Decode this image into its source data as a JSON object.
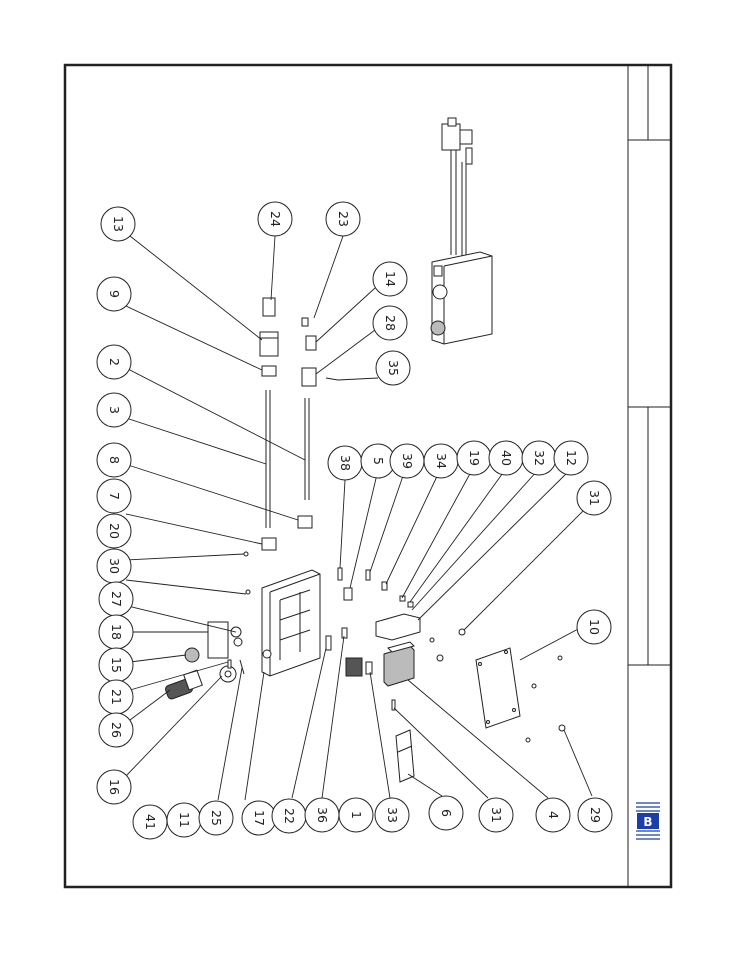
{
  "drawing": {
    "logo_letter": "B",
    "callouts": [
      {
        "id": "c13",
        "label": "13"
      },
      {
        "id": "c24",
        "label": "24"
      },
      {
        "id": "c23",
        "label": "23"
      },
      {
        "id": "c9",
        "label": "9"
      },
      {
        "id": "c14",
        "label": "14"
      },
      {
        "id": "c28",
        "label": "28"
      },
      {
        "id": "c2",
        "label": "2"
      },
      {
        "id": "c35",
        "label": "35"
      },
      {
        "id": "c3",
        "label": "3"
      },
      {
        "id": "c8",
        "label": "8"
      },
      {
        "id": "c38",
        "label": "38"
      },
      {
        "id": "c5",
        "label": "5"
      },
      {
        "id": "c39",
        "label": "39"
      },
      {
        "id": "c34",
        "label": "34"
      },
      {
        "id": "c19",
        "label": "19"
      },
      {
        "id": "c40",
        "label": "40"
      },
      {
        "id": "c32",
        "label": "32"
      },
      {
        "id": "c12",
        "label": "12"
      },
      {
        "id": "c7",
        "label": "7"
      },
      {
        "id": "c31a",
        "label": "31"
      },
      {
        "id": "c20",
        "label": "20"
      },
      {
        "id": "c30",
        "label": "30"
      },
      {
        "id": "c27",
        "label": "27"
      },
      {
        "id": "c18",
        "label": "18"
      },
      {
        "id": "c10",
        "label": "10"
      },
      {
        "id": "c15",
        "label": "15"
      },
      {
        "id": "c21",
        "label": "21"
      },
      {
        "id": "c26",
        "label": "26"
      },
      {
        "id": "c16",
        "label": "16"
      },
      {
        "id": "c41",
        "label": "41"
      },
      {
        "id": "c11",
        "label": "11"
      },
      {
        "id": "c25",
        "label": "25"
      },
      {
        "id": "c17",
        "label": "17"
      },
      {
        "id": "c22",
        "label": "22"
      },
      {
        "id": "c36",
        "label": "36"
      },
      {
        "id": "c1",
        "label": "1"
      },
      {
        "id": "c33",
        "label": "33"
      },
      {
        "id": "c6",
        "label": "6"
      },
      {
        "id": "c31b",
        "label": "31"
      },
      {
        "id": "c4",
        "label": "4"
      },
      {
        "id": "c29",
        "label": "29"
      }
    ]
  }
}
